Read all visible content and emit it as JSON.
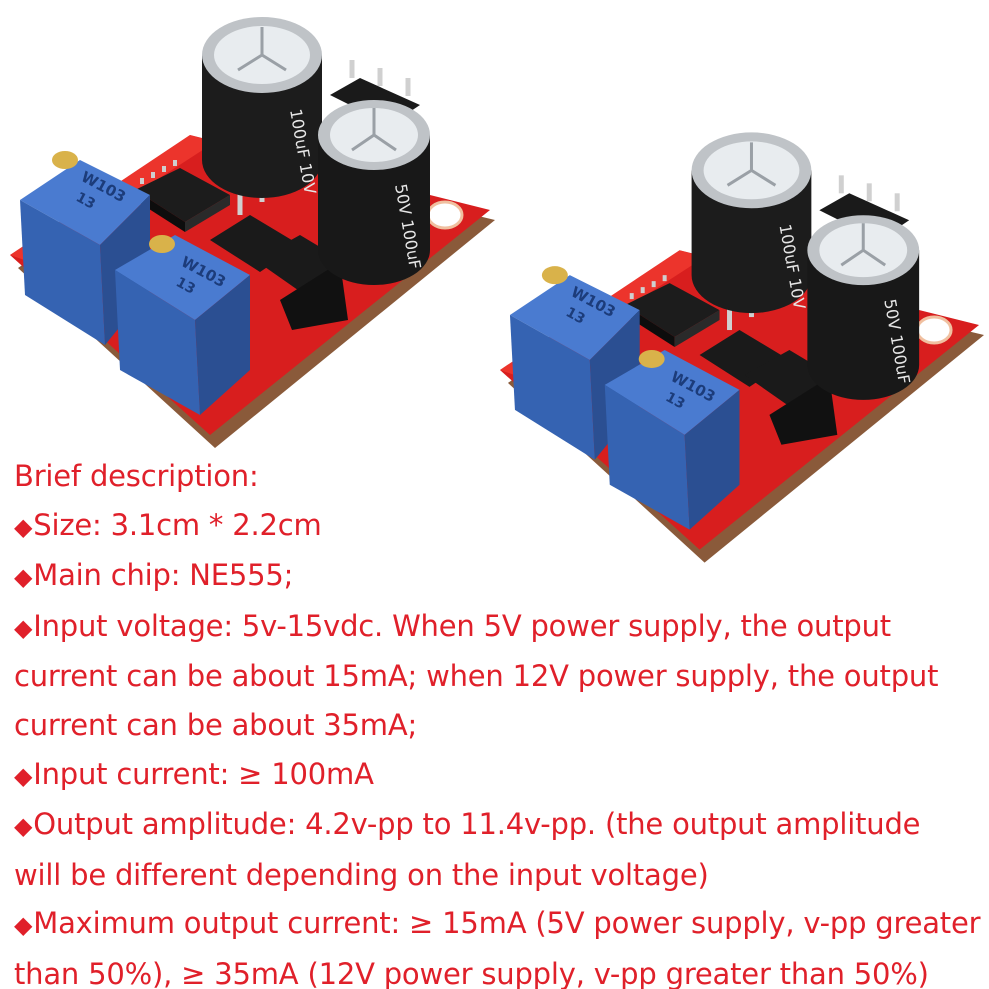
{
  "colors": {
    "text": "#e0202a",
    "pcb": "#d81e1e",
    "trimmer": "#3f6fc0",
    "capacitor": "#1a1a1a",
    "background": "#ffffff"
  },
  "boards": [
    {
      "capacitor_1_label": "100uF 10V",
      "capacitor_2_label": "50V 100uF",
      "trimmer_1_label": "W103",
      "trimmer_1_sub": "13",
      "trimmer_2_label": "W103",
      "trimmer_2_sub": "13"
    },
    {
      "capacitor_1_label": "100uF 10V",
      "capacitor_2_label": "50V 100uF",
      "trimmer_1_label": "W103",
      "trimmer_1_sub": "13",
      "trimmer_2_label": "W103",
      "trimmer_2_sub": "13"
    }
  ],
  "description": {
    "bullet": "◆",
    "heading": "Brief description:",
    "size": "Size: 3.1cm * 2.2cm",
    "chip": "Main chip: NE555;",
    "input_voltage_l1": "Input voltage: 5v-15vdc. When 5V power supply, the output",
    "input_voltage_l2": "current can be about 15mA; when 12V power supply, the output",
    "input_voltage_l3": "current can be about 35mA;",
    "input_current": "Input current: ≥ 100mA",
    "amplitude_l1": "Output amplitude: 4.2v-pp to 11.4v-pp. (the output amplitude",
    "amplitude_l2": "will be different depending on the input voltage)",
    "max_current_l1": "Maximum output current: ≥ 15mA (5V power supply, v-pp greater",
    "max_current_l2": "than 50%), ≥ 35mA (12V power supply, v-pp greater than 50%)"
  }
}
